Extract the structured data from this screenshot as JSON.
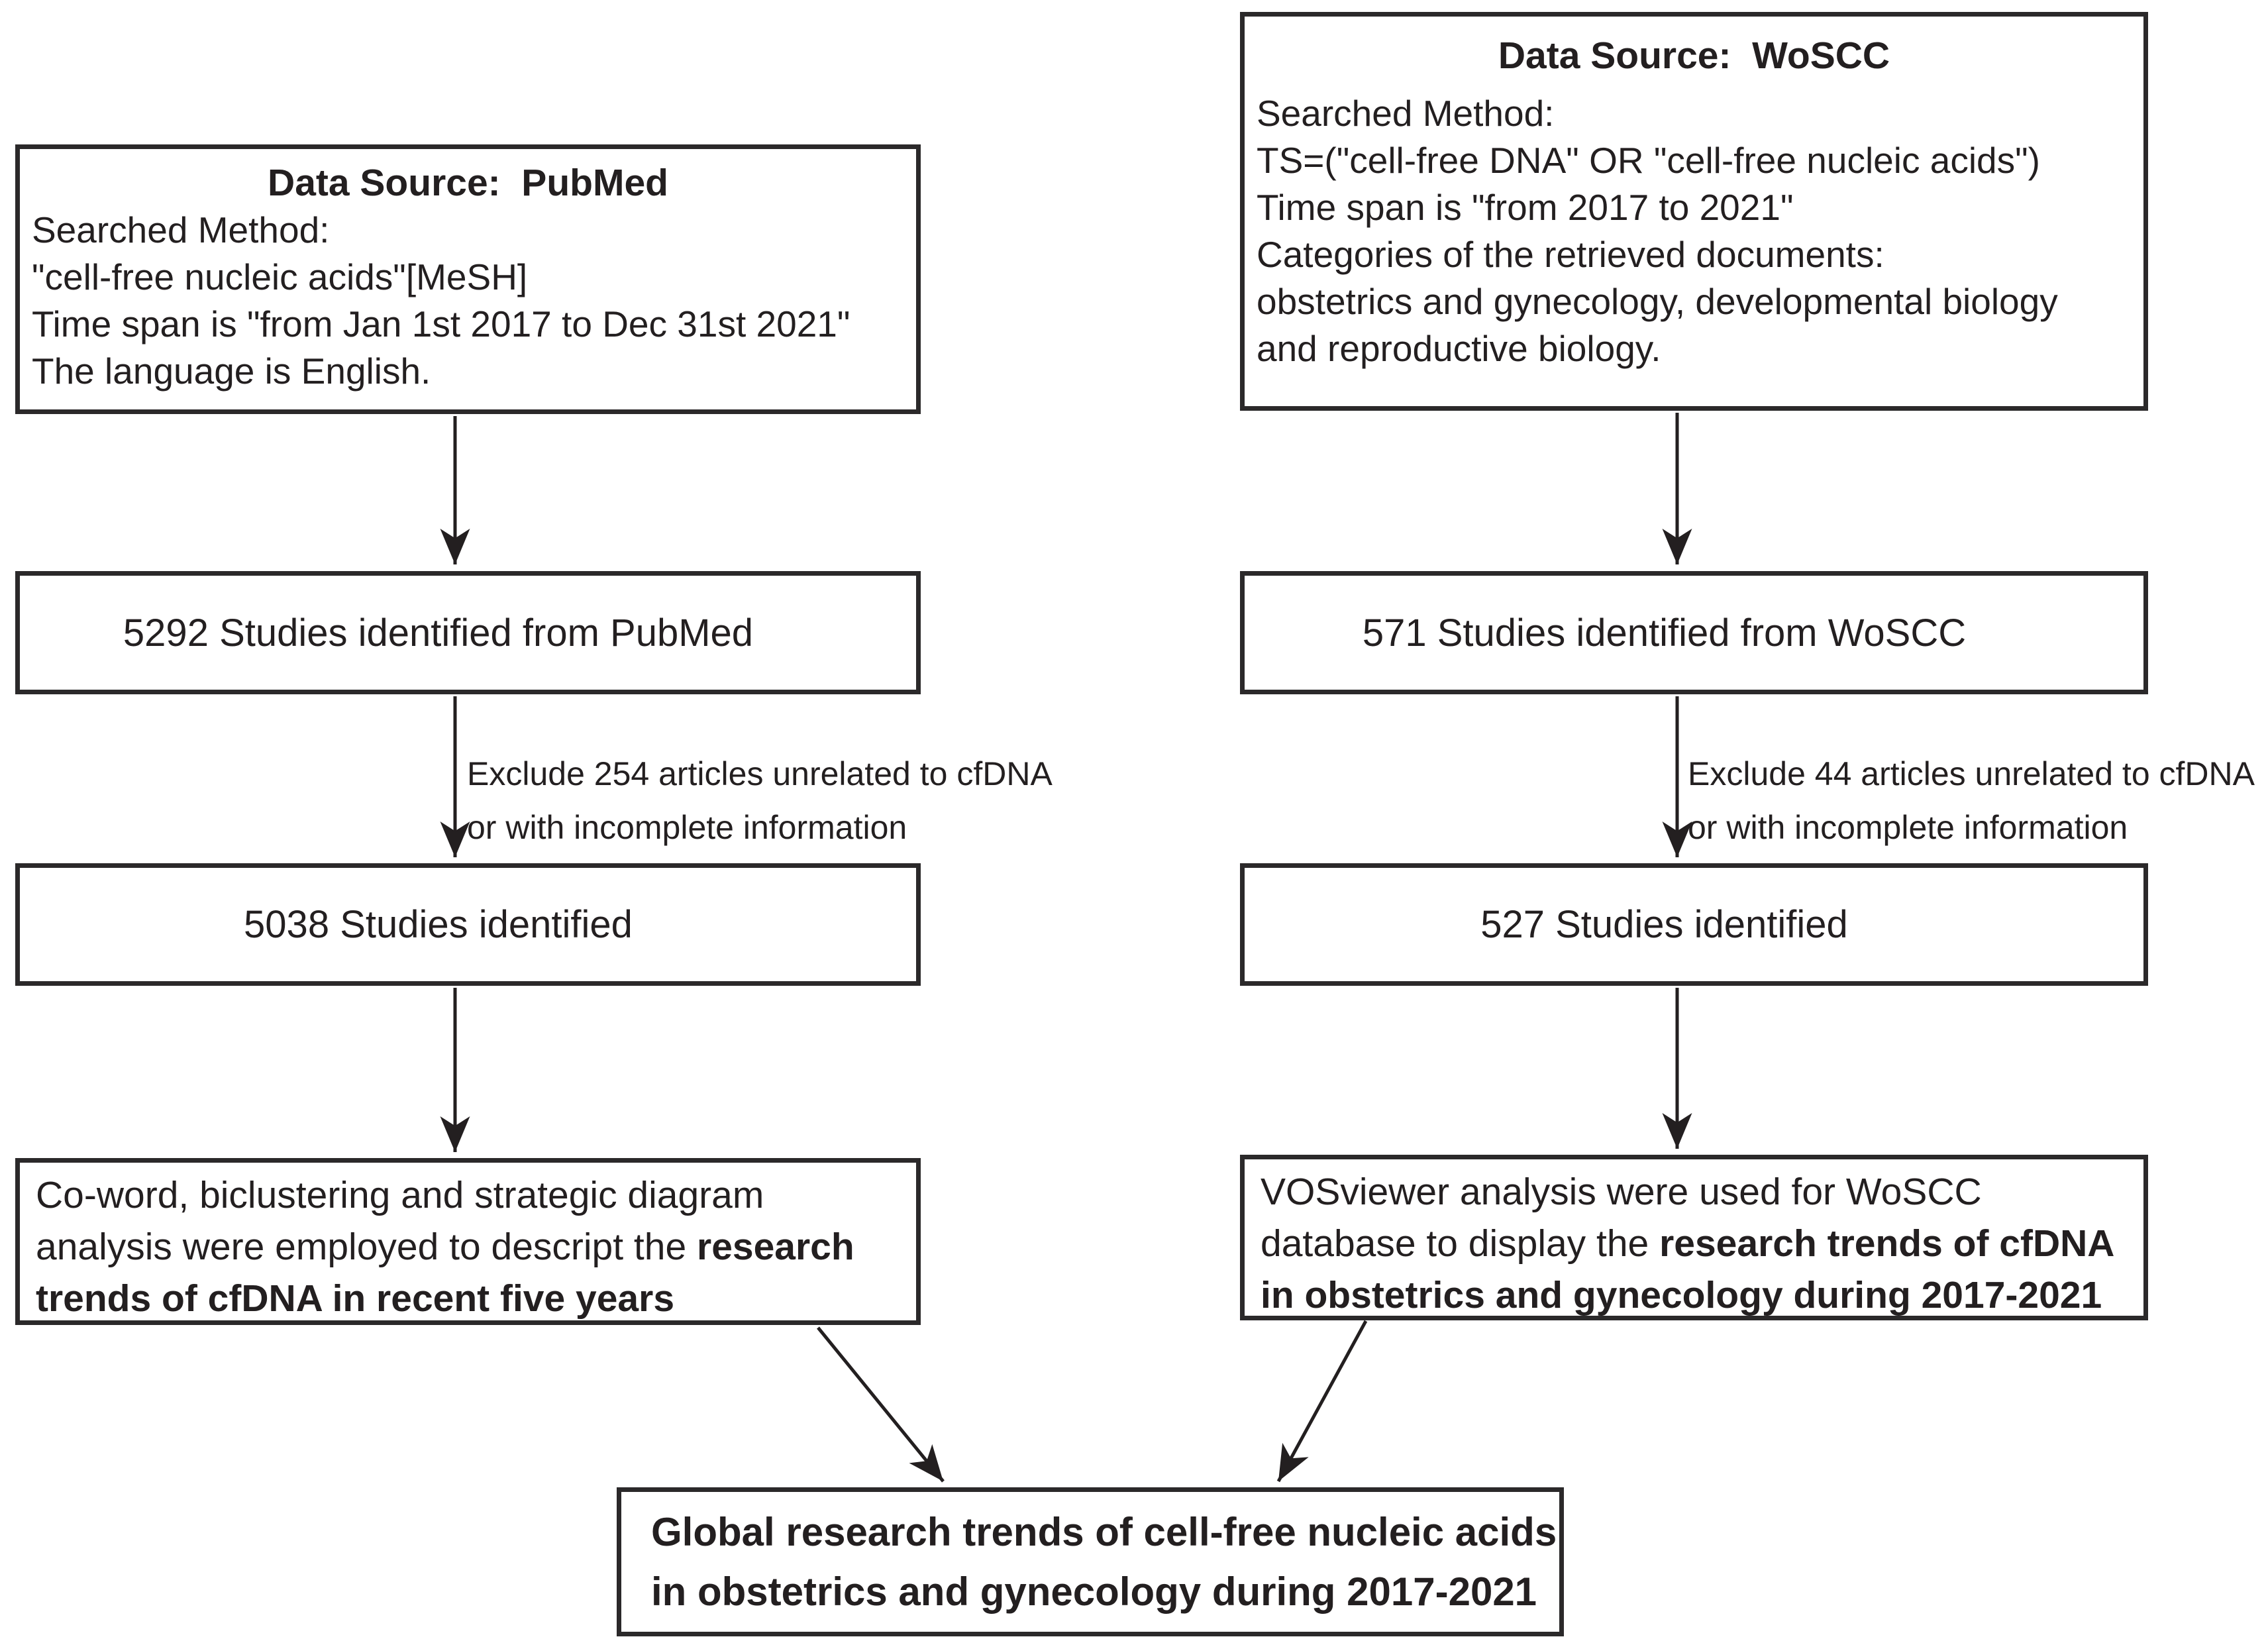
{
  "colors": {
    "ink": "#231f20",
    "border": "#2b292a",
    "background": "#ffffff"
  },
  "pubmed": {
    "source": {
      "title": "Data Source:  PubMed",
      "lines": [
        "Searched Method:",
        "\"cell-free nucleic acids\"[MeSH]",
        "Time span is \"from Jan 1st 2017 to Dec 31st 2021\"",
        "The language is English."
      ]
    },
    "identified": "5292 Studies identified from PubMed",
    "exclusion_note": [
      "Exclude 254 articles unrelated to cfDNA",
      "or with incomplete information"
    ],
    "screened": "5038 Studies identified",
    "analysis_lines": [
      [
        {
          "text": "Co-word, biclustering and strategic diagram",
          "bold": false
        }
      ],
      [
        {
          "text": "analysis were employed to descript the ",
          "bold": false
        },
        {
          "text": "research",
          "bold": true
        }
      ],
      [
        {
          "text": "trends of cfDNA in recent five years",
          "bold": true
        }
      ]
    ]
  },
  "woscc": {
    "source": {
      "title": "Data Source:  WoSCC",
      "lines": [
        "Searched Method:",
        "TS=(\"cell-free DNA\" OR \"cell-free nucleic acids\")",
        "Time span is \"from 2017 to 2021\"",
        "Categories of the retrieved documents:",
        "obstetrics and gynecology, developmental biology",
        "and reproductive biology."
      ]
    },
    "identified": "571 Studies identified from WoSCC",
    "exclusion_note": [
      "Exclude 44 articles unrelated to cfDNA",
      "or with incomplete information"
    ],
    "screened": "527 Studies identified",
    "analysis_lines": [
      [
        {
          "text": "VOSviewer analysis were used for WoSCC",
          "bold": false
        }
      ],
      [
        {
          "text": "database to display the ",
          "bold": false
        },
        {
          "text": "research trends of cfDNA",
          "bold": true
        }
      ],
      [
        {
          "text": "in obstetrics and gynecology during 2017-2021",
          "bold": true
        }
      ]
    ]
  },
  "final": {
    "lines": [
      "Global research trends of cell-free nucleic acids",
      "in obstetrics and gynecology during 2017-2021"
    ]
  }
}
